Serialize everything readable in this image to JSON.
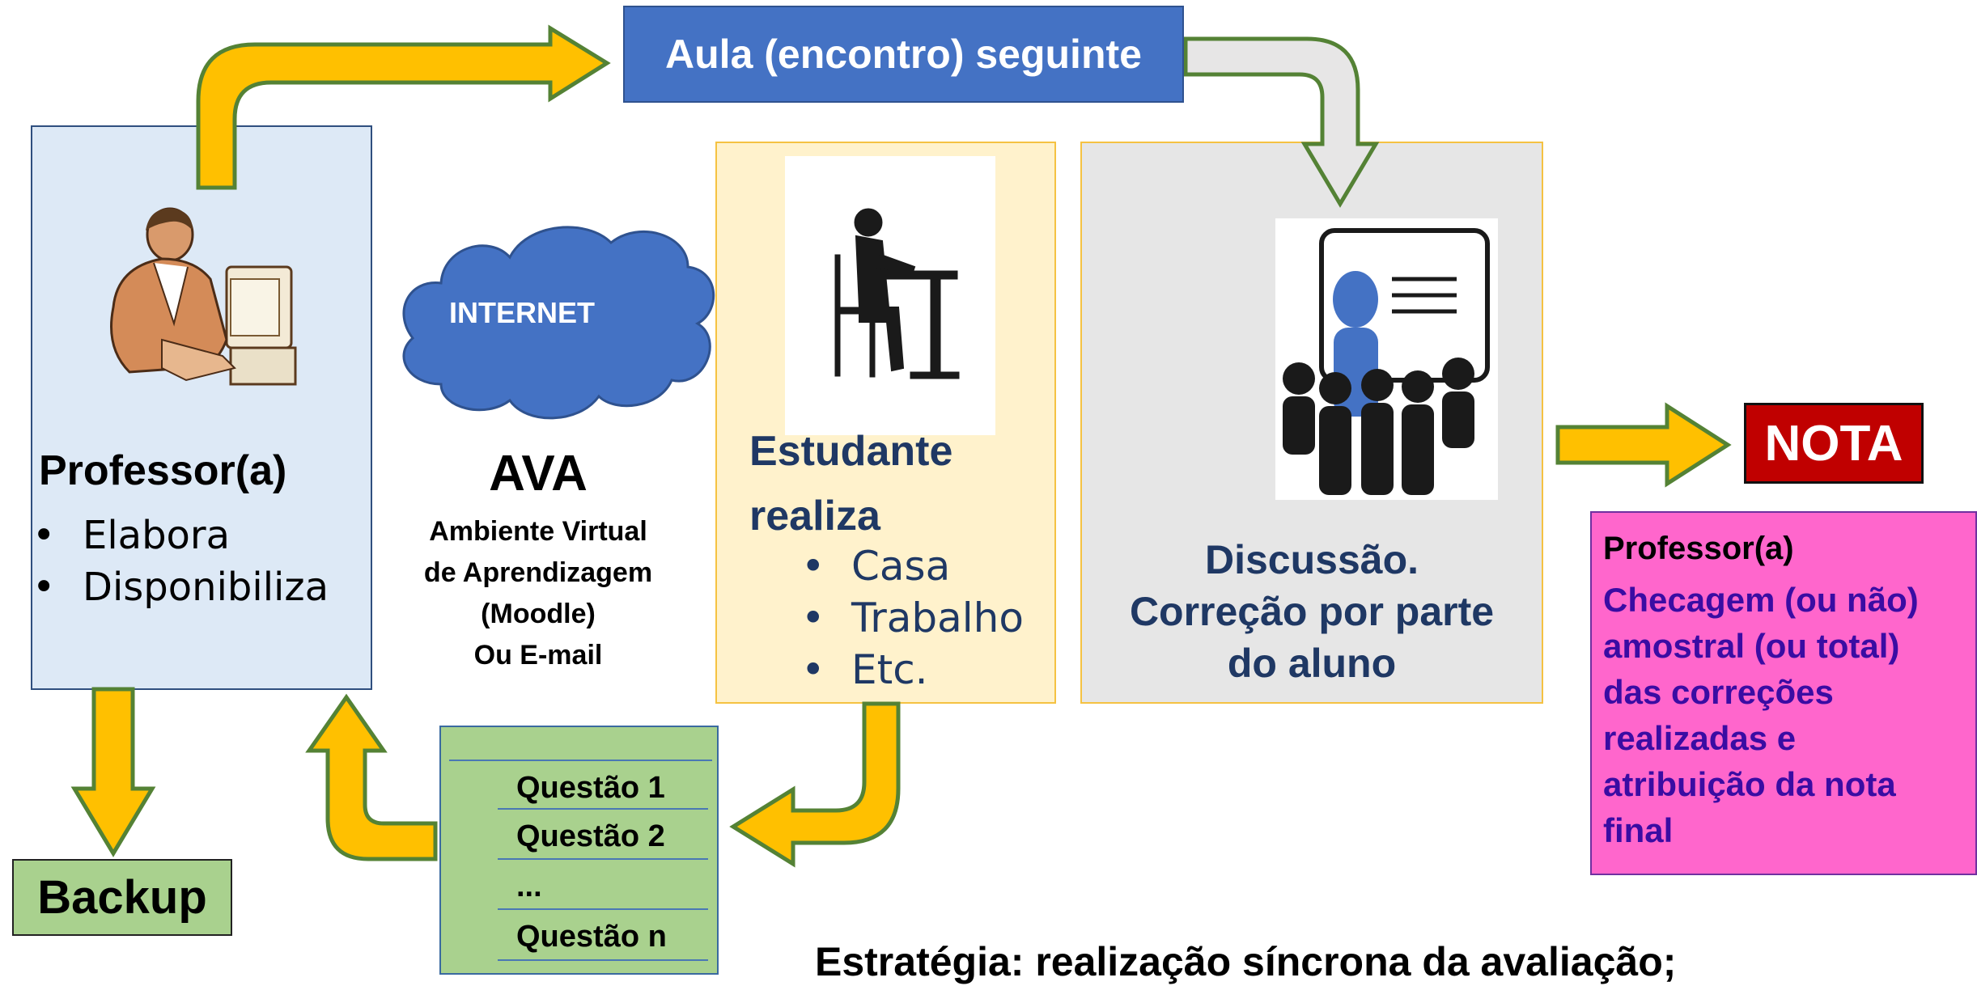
{
  "colors": {
    "arrow_fill": "#ffc000",
    "arrow_outline": "#548235",
    "cloud": "#4472c4",
    "professor_box": "#dde9f6",
    "student_box": "#fff2cc",
    "discussion_box": "#e6e6e6",
    "nota_box": "#c00000",
    "professor_note_box": "#ff66cc",
    "backup_box": "#a9d18e"
  },
  "professor": {
    "title": "Professor(a)",
    "items": [
      "Elabora",
      "Disponibiliza"
    ],
    "icon": "teacher-at-computer-icon"
  },
  "next_class": {
    "label": "Aula (encontro) seguinte"
  },
  "internet": {
    "cloud_label": "INTERNET",
    "title": "AVA",
    "desc_lines": [
      "Ambiente Virtual",
      "de Aprendizagem",
      "(Moodle)",
      "Ou E-mail"
    ]
  },
  "student": {
    "title_lines": [
      "Estudante",
      "realiza"
    ],
    "items": [
      "Casa",
      "Trabalho",
      "Etc."
    ],
    "icon": "student-at-desk-icon"
  },
  "discussion": {
    "lines": [
      "Discussão.",
      "Correção por parte",
      "do aluno"
    ],
    "icon": "presentation-audience-icon"
  },
  "grade": {
    "label": "NOTA"
  },
  "professor_note": {
    "title": "Professor(a)",
    "lines": [
      "Checagem (ou não)",
      "amostral (ou total)",
      "das correções",
      "realizadas e",
      "atribuição da nota",
      "final"
    ]
  },
  "backup": {
    "label": "Backup"
  },
  "questions": {
    "items": [
      "Questão 1",
      "Questão 2",
      "...",
      "Questão n"
    ]
  },
  "strategy": {
    "text": "Estratégia: realização síncrona da avaliação;"
  }
}
